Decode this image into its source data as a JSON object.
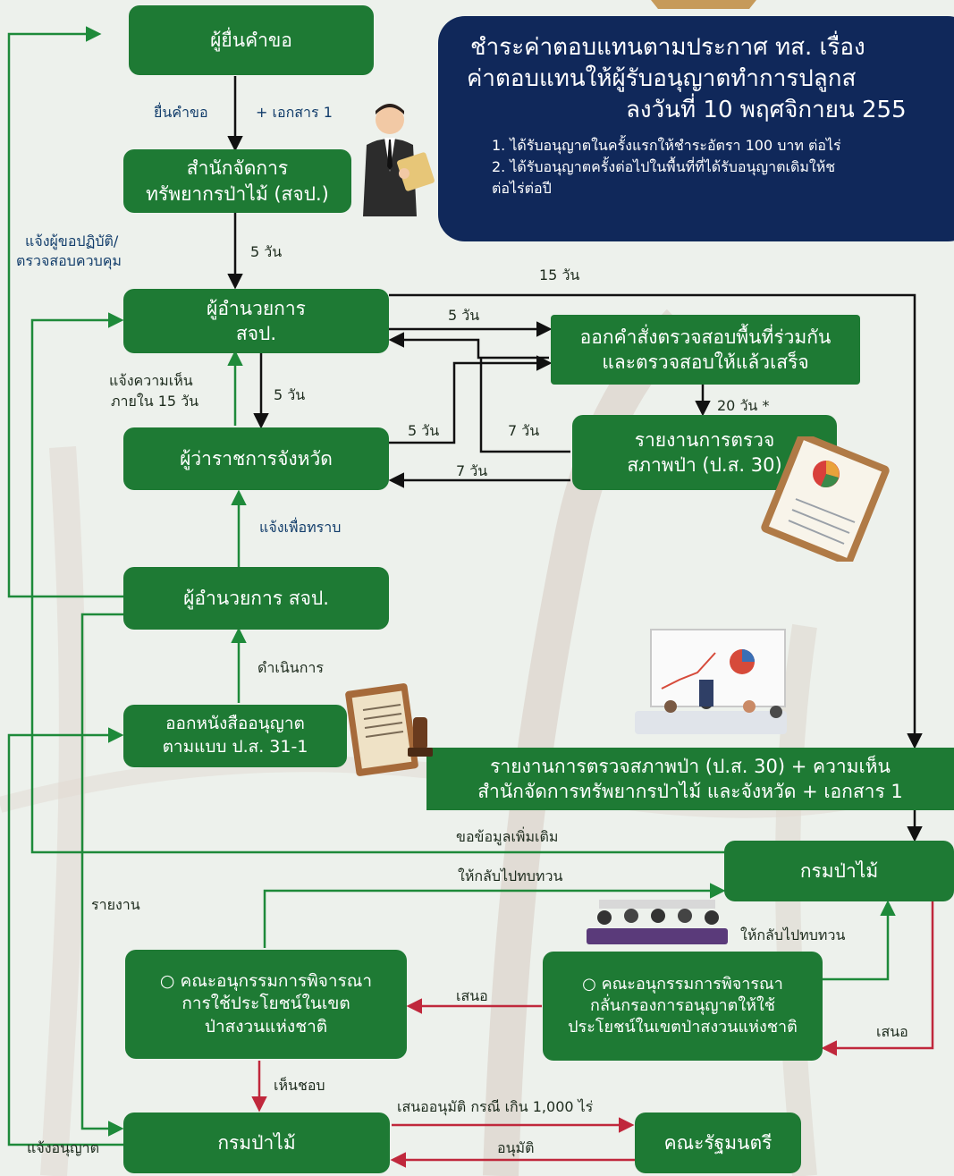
{
  "boxes": {
    "applicant": "ผู้ยื่นคำขอ",
    "forest_office_1": "สำนักจัดการ",
    "forest_office_2": "ทรัพยากรป่าไม้ (สจป.)",
    "director_1": "ผู้อำนวยการ",
    "director_2": "สจป.",
    "governor": "ผู้ว่าราชการจังหวัด",
    "director_b": "ผู้อำนวยการ สจป.",
    "license_1": "ออกหนังสืออนุญาต",
    "license_2": "ตามแบบ ป.ส. 31-1",
    "inspect_order_1": "ออกคำสั่งตรวจสอบพื้นที่ร่วมกัน",
    "inspect_order_2": "และตรวจสอบให้แล้วเสร็จ",
    "inspect_report_1": "รายงานการตรวจ",
    "inspect_report_2": "สภาพป่า (ป.ส. 30)",
    "summary_1": "รายงานการตรวจสภาพป่า (ป.ส. 30) + ความเห็น",
    "summary_2": "สำนักจัดการทรัพยากรป่าไม้ และจังหวัด + เอกสาร 1",
    "rfd_mid": "กรมป่าไม้",
    "committee_left_1": "○ คณะอนุกรรมการพิจารณา",
    "committee_left_2": "การใช้ประโยชน์ในเขต",
    "committee_left_3": "ป่าสงวนแห่งชาติ",
    "committee_right_1": "○ คณะอนุกรรมการพิจารณา",
    "committee_right_2": "กลั่นกรองการอนุญาตให้ใช้",
    "committee_right_3": "ประโยชน์ในเขตป่าสงวนแห่งชาติ",
    "rfd_bottom": "กรมป่าไม้",
    "cabinet": "คณะรัฐมนตรี"
  },
  "labels": {
    "submit": "ยื่นคำขอ",
    "doc1": "+ เอกสาร 1",
    "days5_a": "5 วัน",
    "notify_applicant_1": "แจ้งผู้ขอปฏิบัติ/",
    "notify_applicant_2": "ตรวจสอบควบคุม",
    "days15_top": "15 วัน",
    "days5_b": "5 วัน",
    "opinion_1": "แจ้งความเห็น",
    "opinion_2": "ภายใน 15 วัน",
    "days5_c": "5 วัน",
    "days5_d": "5 วัน",
    "days7_a": "7 วัน",
    "days20": "20 วัน *",
    "days7_b": "7 วัน",
    "inform": "แจ้งเพื่อทราบ",
    "proceed": "ดำเนินการ",
    "more_info": "ขอข้อมูลเพิ่มเติม",
    "review_1": "ให้กลับไปทบทวน",
    "review_2": "ให้กลับไปทบทวน",
    "report": "รายงาน",
    "propose_1": "เสนอ",
    "propose_2": "เสนอ",
    "approve_ok": "เห็นชอบ",
    "propose_cabinet": "เสนออนุมัติ กรณี เกิน 1,000 ไร่",
    "approved": "อนุมัติ",
    "notify_license": "แจ้งอนุญาต"
  },
  "fee": {
    "title_1": "ชำระค่าตอบแทนตามประกาศ ทส. เรื่อง",
    "title_2": "ค่าตอบแทนให้ผู้รับอนุญาตทำการปลูกส",
    "title_3": "ลงวันที่ 10 พฤศจิกายน 255",
    "item_1": "1. ได้รับอนุญาตในครั้งแรกให้ชำระอัตรา 100 บาท ต่อไร่",
    "item_2": "2. ได้รับอนุญาตครั้งต่อไปในพื้นที่ที่ได้รับอนุญาตเดิมให้ช",
    "item_2b": "ต่อไร่ต่อปี"
  },
  "colors": {
    "box_green": "#1e7a34",
    "arrow_black": "#111111",
    "arrow_green": "#1e8a3a",
    "arrow_red": "#c0283c",
    "fee_navy": "#10285a"
  }
}
